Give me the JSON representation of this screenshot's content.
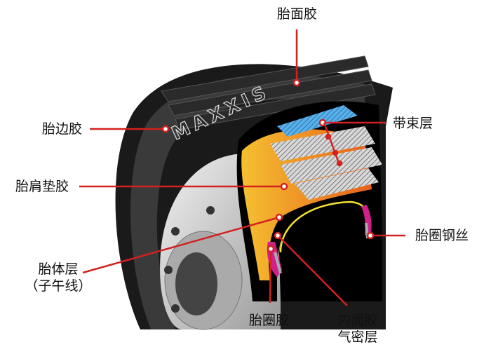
{
  "title": "Tire structure diagram",
  "brand_text": "MAXXIS",
  "labels": {
    "tread": "胎面胶",
    "belt": "带束层",
    "sidewall": "胎边胶",
    "shoulder": "胎肩垫胶",
    "bead_wire": "胎圈钢丝",
    "carcass_line1": "胎体层",
    "carcass_line2": "（子午线）",
    "bead_rubber": "胎圈胶",
    "inner_line1": "内面胶",
    "inner_line2": "气密层"
  },
  "colors": {
    "leader": "#d42020",
    "tire": "#1a1a1a",
    "belt_top": "#3d9ad8",
    "belt_steel": "#b8b8b8",
    "carcass": "#f08a20",
    "bead": "#d0208a",
    "rim": "#c8c8c8"
  }
}
